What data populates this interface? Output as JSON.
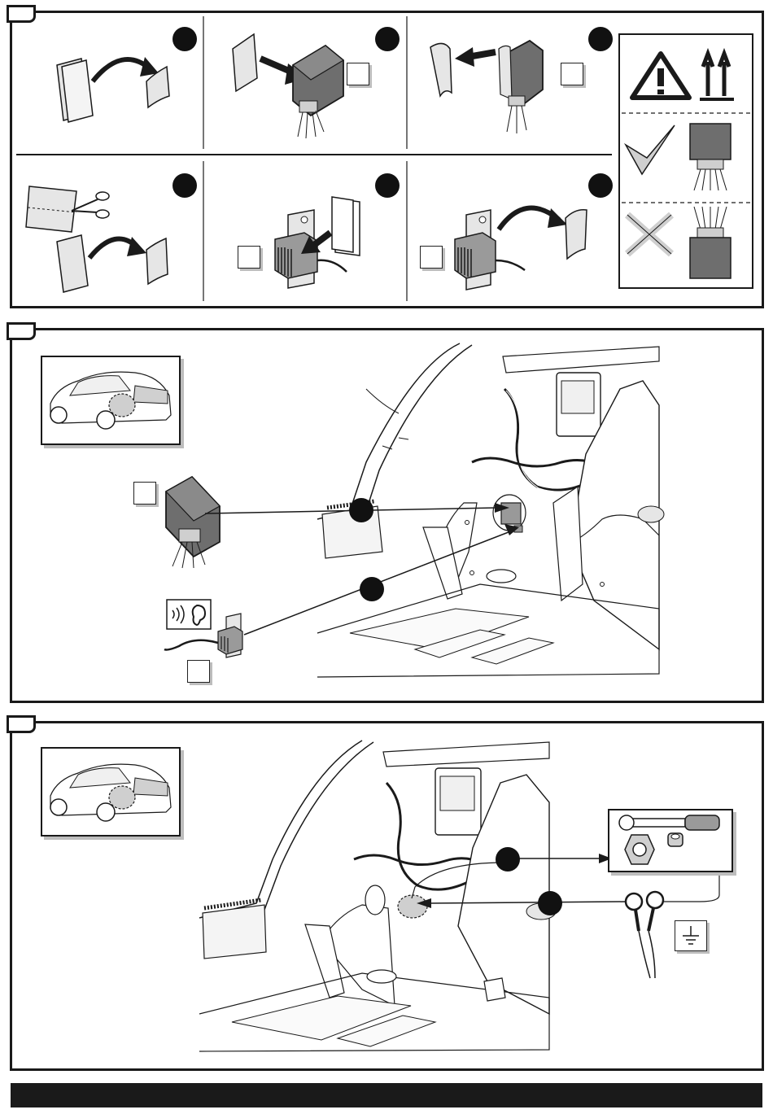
{
  "sections": [
    {
      "id": "s1",
      "label": ""
    },
    {
      "id": "s2",
      "label": ""
    },
    {
      "id": "s3",
      "label": ""
    }
  ],
  "steps": [
    {
      "number": ""
    },
    {
      "number": ""
    },
    {
      "number": ""
    },
    {
      "number": ""
    },
    {
      "number": ""
    },
    {
      "number": ""
    }
  ],
  "reference_boxes": [
    {
      "label": ""
    },
    {
      "label": ""
    },
    {
      "label": ""
    },
    {
      "label": ""
    },
    {
      "label": ""
    },
    {
      "label": ""
    },
    {
      "label": ""
    }
  ],
  "icons": {
    "warning": "warning-triangle-icon",
    "orientation": "this-way-up-arrows-icon",
    "correct": "checkmark-icon",
    "incorrect": "cross-icon",
    "sound": "sound-ear-icon",
    "ground": "ground-symbol-icon"
  },
  "colors": {
    "line": "#1a1a1a",
    "module_fill": "#6e6e6e",
    "module_light": "#9a9a9a",
    "tape_fill": "#e6e6e6",
    "shadow": "#bdbdbd"
  }
}
